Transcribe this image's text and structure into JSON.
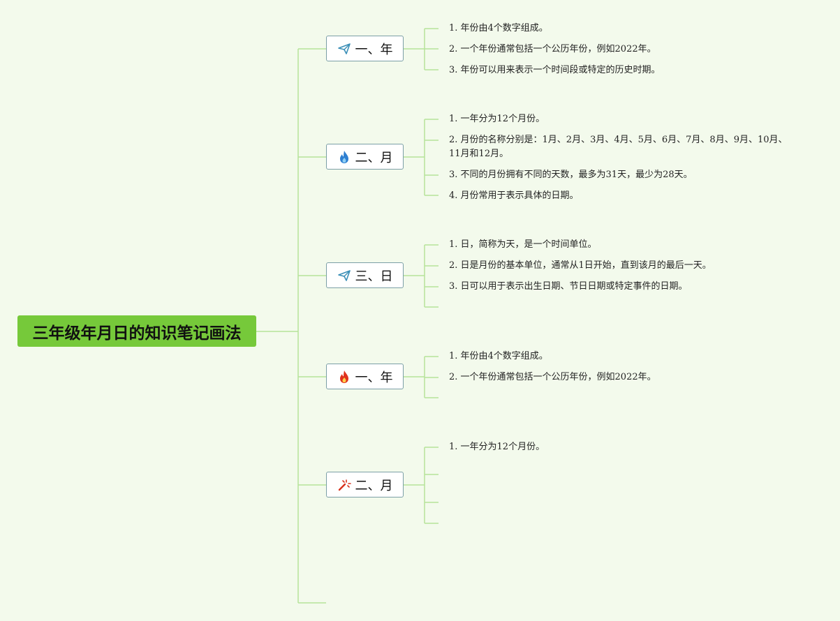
{
  "root": {
    "title": "三年级年月日的知识笔记画法"
  },
  "branches": [
    {
      "label": "一、年",
      "icon": "paper-plane-icon",
      "icon_color": "#3a8fb7",
      "items": [
        "1. 年份由4个数字组成。",
        "2. 一个年份通常包括一个公历年份，例如2022年。",
        "3. 年份可以用来表示一个时间段或特定的历史时期。"
      ]
    },
    {
      "label": "二、月",
      "icon": "flame-icon",
      "icon_color": "#2e7fd1",
      "items": [
        "1. 一年分为12个月份。",
        "2. 月份的名称分别是：1月、2月、3月、4月、5月、6月、7月、8月、9月、10月、11月和12月。",
        "3. 不同的月份拥有不同的天数，最多为31天，最少为28天。",
        "4. 月份常用于表示具体的日期。"
      ]
    },
    {
      "label": "三、日",
      "icon": "paper-plane-icon",
      "icon_color": "#3a8fb7",
      "items": [
        "1. 日，简称为天，是一个时间单位。",
        "2. 日是月份的基本单位，通常从1日开始，直到该月的最后一天。",
        "3. 日可以用于表示出生日期、节日日期或特定事件的日期。"
      ]
    },
    {
      "label": "一、年",
      "icon": "flame-icon",
      "icon_color": "#e0321c",
      "items": [
        "1. 年份由4个数字组成。",
        "2. 一个年份通常包括一个公历年份，例如2022年。"
      ]
    },
    {
      "label": "二、月",
      "icon": "magic-wand-icon",
      "icon_color": "#d8321e",
      "items": [
        "1. 一年分为12个月份。"
      ]
    }
  ],
  "colors": {
    "background": "#f3faec",
    "root_fill": "#76c93a",
    "connector": "#b6e39a",
    "branch_border": "#7b9fa6"
  }
}
